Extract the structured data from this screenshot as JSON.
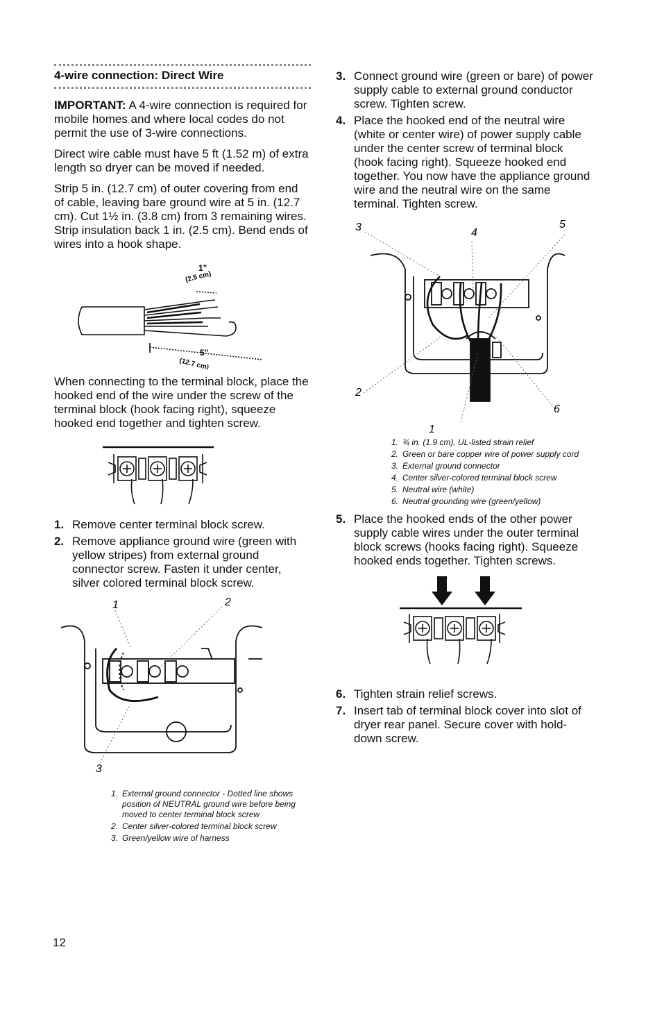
{
  "section": {
    "title": "4-wire connection: Direct Wire",
    "important_label": "IMPORTANT:",
    "important_text": " A 4-wire connection is required for mobile homes and where local codes do not permit the use of 3-wire connections.",
    "para1": "Direct wire cable must have 5 ft (1.52 m) of extra length so dryer can be moved if needed.",
    "para2": "Strip 5 in. (12.7 cm) of outer covering from end of cable, leaving bare ground wire at 5 in. (12.7 cm). Cut 1½ in. (3.8 cm) from 3 remaining wires. Strip insulation back 1 in. (2.5 cm). Bend ends of wires into a hook shape.",
    "para3": "When connecting to the terminal block, place the hooked end of the wire under the screw of the terminal block (hook facing right), squeeze hooked end together and tighten screw."
  },
  "cable_figure": {
    "label_top": "1\"",
    "label_top_metric": "(2.5 cm)",
    "label_bottom": "5\"",
    "label_bottom_metric": "(12.7 cm)"
  },
  "steps": [
    {
      "num": "1.",
      "text": "Remove center terminal block screw."
    },
    {
      "num": "2.",
      "text": "Remove appliance ground wire (green with yellow stripes) from external ground connector screw. Fasten it under center, silver colored terminal block screw."
    },
    {
      "num": "3.",
      "text": "Connect ground wire (green or bare) of power supply cable to external ground conductor screw. Tighten screw."
    },
    {
      "num": "4.",
      "text": "Place the hooked end of the neutral wire (white or center wire) of power supply cable under the center screw of terminal block (hook facing right). Squeeze hooked end together. You now have the appliance ground wire and the neutral wire on the same terminal. Tighten screw."
    },
    {
      "num": "5.",
      "text": "Place the hooked ends of the other power supply cable wires under the outer terminal block screws (hooks facing right). Squeeze hooked ends together. Tighten screws."
    },
    {
      "num": "6.",
      "text": "Tighten strain relief screws."
    },
    {
      "num": "7.",
      "text": "Insert tab of terminal block cover into slot of dryer rear panel. Secure cover with hold-down screw."
    }
  ],
  "figure_left": {
    "callouts": [
      "1",
      "2",
      "3"
    ],
    "captions": [
      {
        "n": "1.",
        "text": "External ground connector - Dotted line shows position of NEUTRAL ground wire before being moved to center terminal block screw"
      },
      {
        "n": "2.",
        "text": "Center silver-colored terminal block screw"
      },
      {
        "n": "3.",
        "text": "Green/yellow wire of harness"
      }
    ]
  },
  "figure_right": {
    "callouts": [
      "1",
      "2",
      "3",
      "4",
      "5",
      "6"
    ],
    "captions": [
      {
        "n": "1.",
        "text": "¾ in. (1.9 cm), UL-listed strain relief"
      },
      {
        "n": "2.",
        "text": "Green or bare copper wire of power supply cord"
      },
      {
        "n": "3.",
        "text": "External ground connector"
      },
      {
        "n": "4.",
        "text": "Center silver-colored terminal block screw"
      },
      {
        "n": "5.",
        "text": "Neutral wire (white)"
      },
      {
        "n": "6.",
        "text": "Neutral grounding wire (green/yellow)"
      }
    ]
  },
  "page_number": "12"
}
